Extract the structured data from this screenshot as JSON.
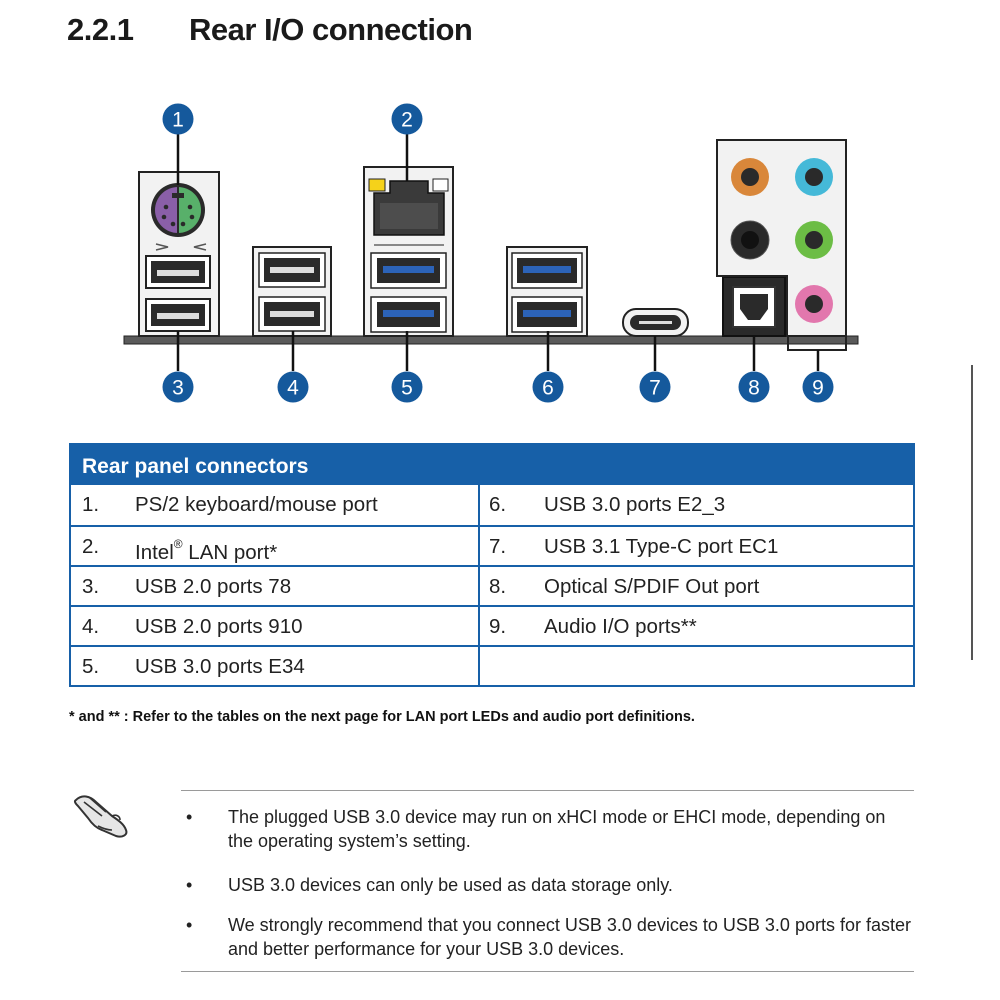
{
  "heading": {
    "number": "2.2.1",
    "title": "Rear I/O connection"
  },
  "callouts": [
    "1",
    "2",
    "3",
    "4",
    "5",
    "6",
    "7",
    "8",
    "9"
  ],
  "colors": {
    "accent_blue": "#1760a8",
    "callout_blue": "#15599c",
    "ps2_purple": "#8a5fa8",
    "ps2_green": "#58b06a",
    "usb3_blue": "#2c63b8",
    "lan_led_yellow": "#f5d21a",
    "audio_orange": "#d9873a",
    "audio_cyan": "#45b9d8",
    "audio_black": "#2a2a2a",
    "audio_green": "#6cbd45",
    "audio_pink": "#e277ad"
  },
  "table": {
    "header": "Rear panel connectors",
    "rows": [
      [
        {
          "idx": "1.",
          "text": "PS/2 keyboard/mouse port"
        },
        {
          "idx": "6.",
          "text": "USB 3.0 ports E2_3"
        }
      ],
      [
        {
          "idx": "2.",
          "text_pre": "Intel",
          "sup": "®",
          "text_post": " LAN port*"
        },
        {
          "idx": "7.",
          "text": "USB 3.1 Type-C port EC1"
        }
      ],
      [
        {
          "idx": "3.",
          "text": "USB 2.0 ports 78"
        },
        {
          "idx": "8.",
          "text": "Optical S/PDIF Out port"
        }
      ],
      [
        {
          "idx": "4.",
          "text": "USB 2.0 ports 910"
        },
        {
          "idx": "9.",
          "text": "Audio I/O ports**"
        }
      ],
      [
        {
          "idx": "5.",
          "text": "USB 3.0 ports E34"
        },
        {
          "idx": "",
          "text": ""
        }
      ]
    ]
  },
  "footnote": "* and ** : Refer to the tables on the next page for LAN port LEDs and audio port definitions.",
  "notes": [
    {
      "bullet": "•",
      "text": "The plugged USB 3.0 device may run on xHCI mode or EHCI mode, depending on the operating system’s setting."
    },
    {
      "bullet": "•",
      "text": "USB 3.0 devices can only be used as data storage only."
    },
    {
      "bullet": "•",
      "text": "We strongly recommend that you connect USB 3.0 devices to USB 3.0 ports for faster and better performance for your USB 3.0 devices."
    }
  ],
  "icons": {
    "note": "pointing-hand-icon"
  }
}
